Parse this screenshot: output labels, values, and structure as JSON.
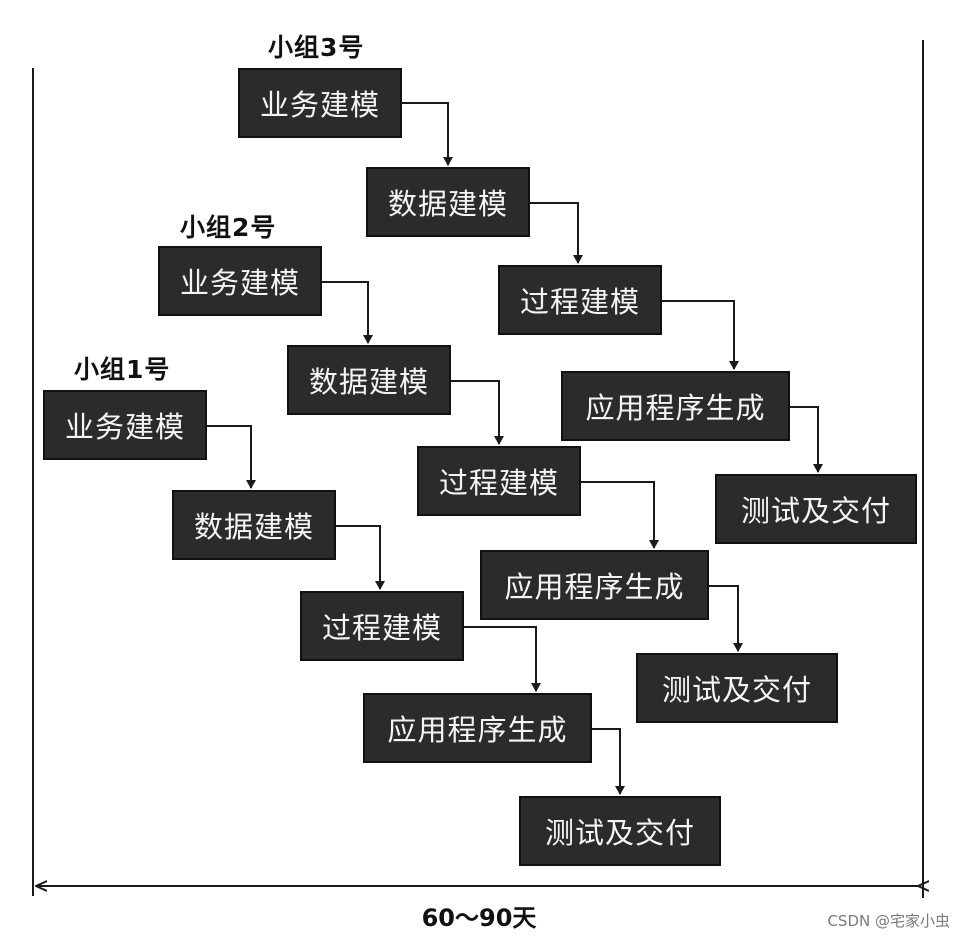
{
  "groups": [
    {
      "label": "小组3号",
      "steps": [
        "业务建模",
        "数据建模",
        "过程建模",
        "应用程序生成",
        "测试及交付"
      ]
    },
    {
      "label": "小组2号",
      "steps": [
        "业务建模",
        "数据建模",
        "过程建模",
        "应用程序生成",
        "测试及交付"
      ]
    },
    {
      "label": "小组1号",
      "steps": [
        "业务建模",
        "数据建模",
        "过程建模",
        "应用程序生成",
        "测试及交付"
      ]
    }
  ],
  "timeline": {
    "duration_label": "60～90天"
  },
  "watermark": "CSDN @宅家小虫",
  "colors": {
    "box_fill": "#2b2b2b",
    "box_text": "#f4f4f4",
    "line": "#1a1a1a"
  }
}
